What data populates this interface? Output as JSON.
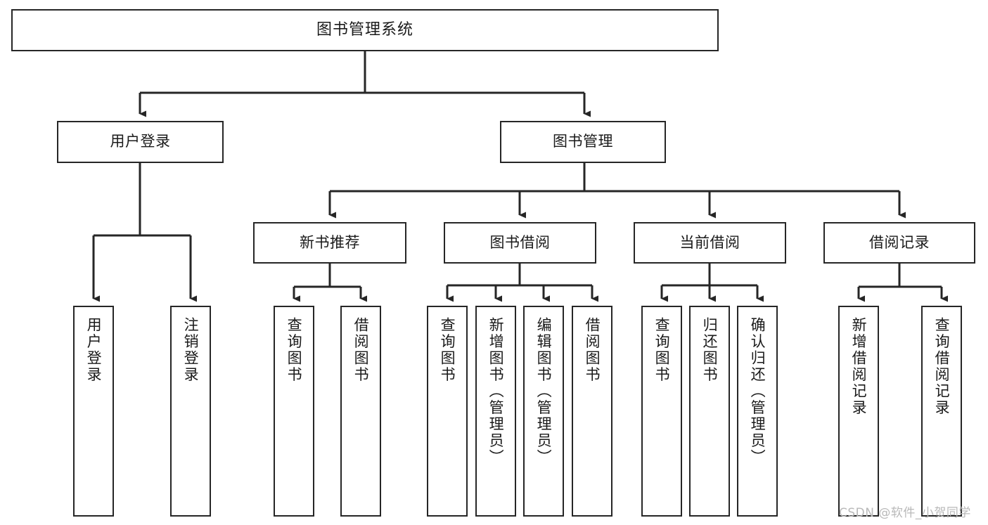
{
  "diagram": {
    "title": "图书管理系统",
    "type": "tree-hierarchy-chart",
    "orientation": "top-down",
    "stroke_color": "#262626",
    "fill_color": "#ffffff",
    "text_color": "#1a1a1a"
  },
  "nodes": {
    "root": {
      "label": "图书管理系统",
      "level": 1
    },
    "level2": [
      {
        "id": "user-login",
        "label": "用户登录"
      },
      {
        "id": "book-management",
        "label": "图书管理"
      }
    ],
    "level3": [
      {
        "id": "new-book-recommend",
        "label": "新书推荐"
      },
      {
        "id": "book-borrow",
        "label": "图书借阅"
      },
      {
        "id": "current-borrow",
        "label": "当前借阅"
      },
      {
        "id": "borrow-record",
        "label": "借阅记录"
      }
    ],
    "leaves": {
      "user-login": [
        {
          "id": "leaf-user-login",
          "label": "用户登录"
        },
        {
          "id": "leaf-logout-login",
          "label": "注销登录"
        }
      ],
      "new-book-recommend": [
        {
          "id": "leaf-query-book-1",
          "label": "查询图书"
        },
        {
          "id": "leaf-borrow-book-1",
          "label": "借阅图书"
        }
      ],
      "book-borrow": [
        {
          "id": "leaf-query-book-2",
          "label": "查询图书"
        },
        {
          "id": "leaf-add-book",
          "label": "新增图书（管理员）"
        },
        {
          "id": "leaf-edit-book",
          "label": "编辑图书（管理员）"
        },
        {
          "id": "leaf-borrow-book-2",
          "label": "借阅图书"
        }
      ],
      "current-borrow": [
        {
          "id": "leaf-query-book-3",
          "label": "查询图书"
        },
        {
          "id": "leaf-return-book",
          "label": "归还图书"
        },
        {
          "id": "leaf-confirm-return",
          "label": "确认归还（管理员）"
        }
      ],
      "borrow-record": [
        {
          "id": "leaf-add-record",
          "label": "新增借阅记录"
        },
        {
          "id": "leaf-query-record",
          "label": "查询借阅记录"
        }
      ]
    }
  },
  "watermark": {
    "text": "CSDN @软件_小贺同学"
  }
}
